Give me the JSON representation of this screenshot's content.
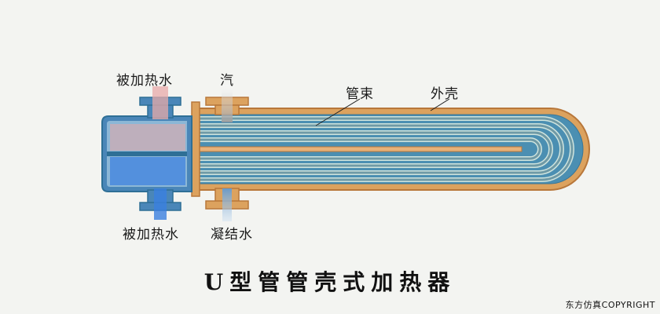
{
  "labels": {
    "heated_water_in": "被加热水",
    "steam": "汽",
    "tube_bundle": "管束",
    "shell": "外壳",
    "heated_water_out": "被加热水",
    "condensate": "凝结水"
  },
  "title": "U型管管壳式加热器",
  "copyright": "东方仿真COPYRIGHT",
  "colors": {
    "head_fill": "#4a86b8",
    "head_stroke": "#2e6f96",
    "shell_fill": "#dca25e",
    "shell_stroke": "#b8773a",
    "tube": "#6f9aa6",
    "hot_water": "#e8aaa8",
    "cold_water": "#3a7fe0",
    "steam": "#c9c9c9"
  }
}
